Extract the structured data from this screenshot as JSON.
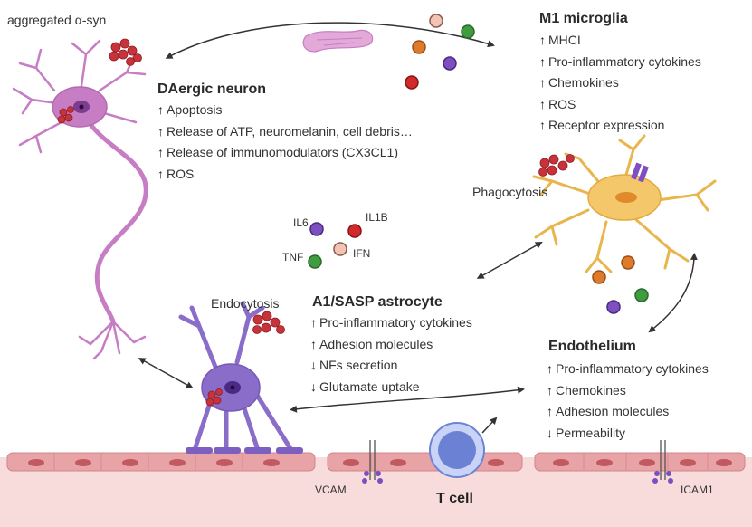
{
  "labels": {
    "aggregated": "aggregated α-syn",
    "phagocytosis": "Phagocytosis",
    "endocytosis": "Endocytosis",
    "il6": "IL6",
    "il1b": "IL1B",
    "tnf": "TNF",
    "ifn": "IFN",
    "vcam": "VCAM",
    "tcell": "T cell",
    "icam1": "ICAM1"
  },
  "neuron": {
    "title": "DAergic neuron",
    "items": [
      {
        "arrow": "↑",
        "text": "Apoptosis"
      },
      {
        "arrow": "↑",
        "text": "Release of ATP, neuromelanin, cell debris…"
      },
      {
        "arrow": "↑",
        "text": "Release of immunomodulators (CX3CL1)"
      },
      {
        "arrow": "↑",
        "text": "ROS"
      }
    ]
  },
  "microglia": {
    "title": "M1 microglia",
    "items": [
      {
        "arrow": "↑",
        "text": "MHCI"
      },
      {
        "arrow": "↑",
        "text": "Pro-inflammatory cytokines"
      },
      {
        "arrow": "↑",
        "text": "Chemokines"
      },
      {
        "arrow": "↑",
        "text": "ROS"
      },
      {
        "arrow": "↑",
        "text": "Receptor expression"
      }
    ]
  },
  "astrocyte": {
    "title": "A1/SASP astrocyte",
    "items": [
      {
        "arrow": "↑",
        "text": "Pro-inflammatory cytokines"
      },
      {
        "arrow": "↑",
        "text": "Adhesion molecules"
      },
      {
        "arrow": "↓",
        "text": "NFs secretion"
      },
      {
        "arrow": "↓",
        "text": "Glutamate uptake"
      }
    ]
  },
  "endothelium": {
    "title": "Endothelium",
    "items": [
      {
        "arrow": "↑",
        "text": "Pro-inflammatory cytokines"
      },
      {
        "arrow": "↑",
        "text": "Chemokines"
      },
      {
        "arrow": "↑",
        "text": "Adhesion molecules"
      },
      {
        "arrow": "↓",
        "text": "Permeability"
      }
    ]
  },
  "colors": {
    "neuron": "#c77dc4",
    "microglia": "#f2c15a",
    "astrocyte": "#8a6cc9",
    "alpha_syn": "#c8323a",
    "vessel": "#e9a5a5",
    "vessel_dark": "#c86870",
    "il6": "#7d4fc0",
    "il1b": "#d22a2a",
    "tnf": "#3f9c3f",
    "ifn": "#f3c4b4",
    "orange": "#e07a2b",
    "tcell": "#6a86d6"
  }
}
